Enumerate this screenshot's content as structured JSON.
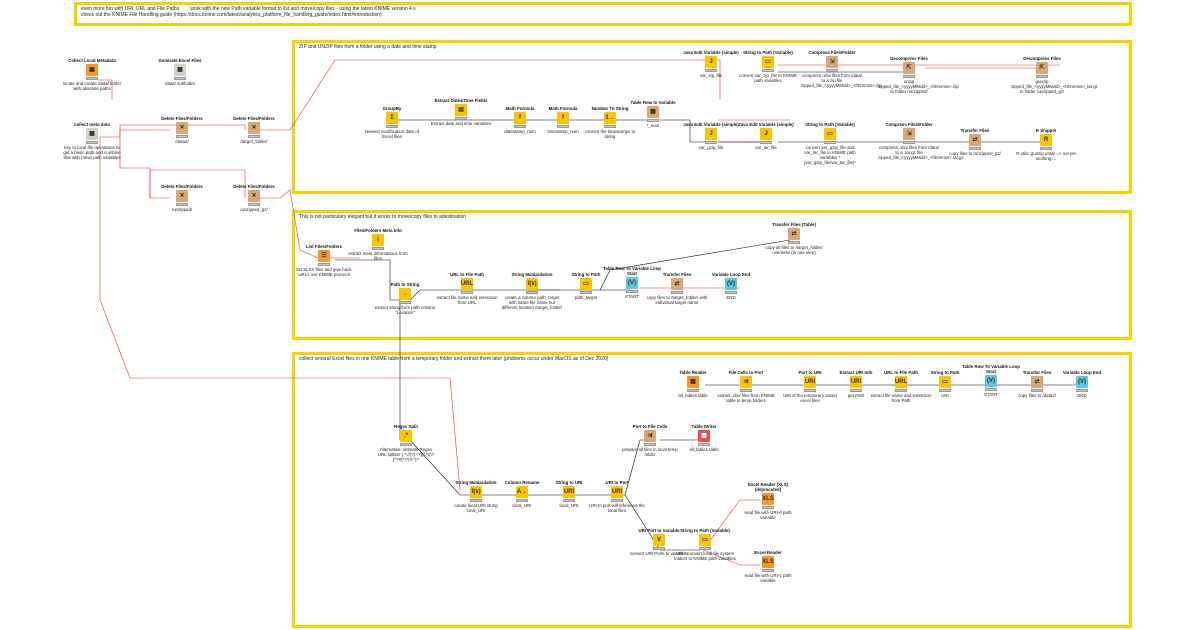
{
  "top_note": {
    "line1": "even more fun with URI, URL and File Paths        work with the new Path variable format to list and move/copy files - using the latest KNIME version 4.x",
    "line2": "check out the KNIME File Handling guide (https://docs.knime.com/latest/analytics_platform_file_handling_guide/index.html#introduction)"
  },
  "annotations": {
    "zip": "ZIP and UNZIP files from a folder using a date and time stamp",
    "move": "This is not particulary elegant but it works to move/copy files to adestination",
    "excel": "collect several Excel files in one KNIME table from a temporary folder and extract them later (problems occur under MacOS as of Dec 2020)"
  },
  "nodes": {
    "collect_local": {
      "name": "Collect Local Metadata",
      "comment": "locate and create /data/ folder with absolute paths"
    },
    "generate_excel": {
      "name": "Generate Excel Files",
      "comment": "/data/ subfolder"
    },
    "collect_meta": {
      "name": "collect meta data",
      "comment": "key to local file operations to get a basic path and combine that with (new) path variables"
    },
    "delete_data2": {
      "name": "Delete Files/Folders",
      "comment": "/data2/"
    },
    "delete_target": {
      "name": "Delete Files/Folders",
      "comment": "/target_folder/"
    },
    "delete_unzipped": {
      "name": "Delete Files/Folders",
      "comment": "/unzipped/"
    },
    "delete_unzipped_gz": {
      "name": "Delete Files/Folders",
      "comment": "/unzipped_gz/"
    },
    "groupby": {
      "name": "GroupBy",
      "comment": "Newest modification date of Excel files"
    },
    "extract_dt": {
      "name": "Extract Date&Time Fields",
      "comment": "Extract date and time variables"
    },
    "math1": {
      "name": "Math Formula",
      "comment": "datestamp_num"
    },
    "math2": {
      "name": "Math Formula",
      "comment": "timestamp_num"
    },
    "num2str": {
      "name": "Number To String",
      "comment": "convert the timestamps to string"
    },
    "table2var": {
      "name": "Table Row to Variable",
      "comment": "*_num"
    },
    "java_zip": {
      "name": "Java Edit Variable (simple)",
      "comment": "var_zip_file"
    },
    "str2path_zip": {
      "name": "String to Path (Variable)",
      "comment": "convert var_zip_file to KNIME path variables"
    },
    "compress_zip": {
      "name": "Compress Files/Folder",
      "comment": "compress .xlsx files from /data/ to a zip file zipped_file_<yyyyMMdd>_<hhmmss>.zip"
    },
    "decompress_zip": {
      "name": "Decompress Files",
      "comment": "unzip zipped_file_<yyyyMMdd>_<hhmmss>.zip to folder /unzipped/"
    },
    "decompress_gz": {
      "name": "Decompress Files",
      "comment": "gunzip zipped_file_<yyyyMMdd>_<hhmmss>_tar.gz to folder /unzipped_gz/"
    },
    "java_gzip": {
      "name": "Java Edit Variable (simple)",
      "comment": "var_gzip_file"
    },
    "java_tar": {
      "name": "Java Edit Variable (simple)",
      "comment": "var_tar_file"
    },
    "str2path_gz": {
      "name": "String to Path (Variable)",
      "comment": "convert var_gzip_file and var_tar_file to KNIME path variables *(var_gzip_file/var_tar_file)*"
    },
    "compress_gz": {
      "name": "Compress Files/Folder",
      "comment": "compress .xlsx files from /data/ to a .tar.gz file zipped_file_<yyyyMMdd>_<hhmmss>.tar.gz"
    },
    "transfer_gz": {
      "name": "Transfer Files",
      "comment": "copy files to /unzipped_gz/"
    },
    "r_snippet": {
      "name": "R Snippet",
      "comment": "R utils::gunzip untar => not yet working...."
    },
    "list_files": {
      "name": "List Files/Folders",
      "comment": "list XLSX files and give back URLs use KNIME protocol"
    },
    "meta_info": {
      "name": "Files/Folders Meta Info",
      "comment": "extract meta informations from files"
    },
    "path2str": {
      "name": "Path to String",
      "comment": "extract string from path column \"Location\""
    },
    "url2path": {
      "name": "URL to File Path",
      "comment": "extract file name and extension from URL"
    },
    "str_manip": {
      "name": "String Manipulation",
      "comment": "create a column path_target with same file name but different location /target_folder/"
    },
    "str2path": {
      "name": "String to Path",
      "comment": "path_target"
    },
    "loop_start": {
      "name": "Table Row To Variable Loop Start",
      "comment": "START"
    },
    "transfer_files": {
      "name": "Transfer Files",
      "comment": "copy files to /target_folder/ with individual target name"
    },
    "loop_end": {
      "name": "Variable Loop End",
      "comment": "END"
    },
    "transfer_table": {
      "name": "Transfer Files (Table)",
      "comment": "copy all files to /target_folder/ overwrite (in one step)"
    },
    "table_reader": {
      "name": "Table Reader",
      "comment": "all_tables.table"
    },
    "file_cells_port": {
      "name": "File Cells to Port",
      "comment": "extract .xlsx files from KNIME table to temp folders"
    },
    "port2uri": {
      "name": "Port to URI",
      "comment": "URI of the temporary saved excel files"
    },
    "extract_uri": {
      "name": "Extract URI Info",
      "comment": "get Path"
    },
    "url2path2": {
      "name": "URL to File Path",
      "comment": "extract file name and extension from Path"
    },
    "str2path2": {
      "name": "String to Path",
      "comment": "URI"
    },
    "loop_start2": {
      "name": "Table Row To Variable Loop Start",
      "comment": "START"
    },
    "transfer2": {
      "name": "Transfer Files",
      "comment": "copy files to /data2/"
    },
    "loop_end2": {
      "name": "Variable Loop End",
      "comment": "END"
    },
    "regex": {
      "name": "Regex Split",
      "comment": "Alternative: ultimate Regex URL splitter (.*://)?(.*?)(/.*)(\\?[^?#]*)?(#.*)?"
    },
    "port2cells": {
      "name": "Port to File Cells",
      "comment": "prepare all files in local temp folder"
    },
    "table_writer": {
      "name": "Table Writer",
      "comment": "all_tables.table"
    },
    "str_manip2": {
      "name": "String Manipulation",
      "comment": "create local URI string local_URI"
    },
    "col_rename": {
      "name": "Column Rename",
      "comment": "local_URI"
    },
    "str2uri": {
      "name": "String to URI",
      "comment": "local_URI"
    },
    "uri2port": {
      "name": "URI to Port",
      "comment": "URI to port will reference the local files"
    },
    "uri_port_var": {
      "name": "URI Port to Variable",
      "comment": "convert URI Ports to variables"
    },
    "str2path_var": {
      "name": "String to Path (Variable)",
      "comment": "URI * convert local file system folders to KNIME path variables"
    },
    "excel_xls": {
      "name": "Excel Reader (XLS) (deprecated)",
      "comment": "read file with URI-0 path variable"
    },
    "excel_reader": {
      "name": "Excel Reader",
      "comment": "read file with URI-1 path variable"
    }
  },
  "colors": {
    "annotation_border": "#f7d200",
    "wire_variable": "#e0392b",
    "wire_data": "#111111",
    "node_manipulator": "#f7c600",
    "node_io": "#f19a2b",
    "node_loop": "#5ec6e8"
  }
}
